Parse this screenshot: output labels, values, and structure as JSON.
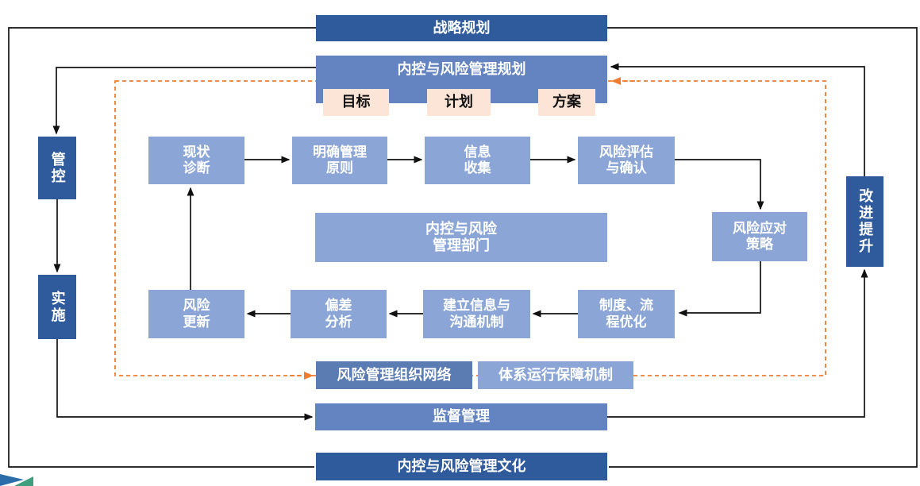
{
  "colors": {
    "dark_blue": "#2f5a9c",
    "medium_blue": "#6384c0",
    "light_blue": "#8ba6d6",
    "network_blue": "#5b7cb3",
    "peach": "#fce4d6",
    "orange_dashed": "#ed7d31",
    "connector_black": "#111111",
    "logo_blue": "#2a6da8",
    "logo_green": "#3f9e7e"
  },
  "nodes": {
    "strategic_planning": {
      "label": "战略规划"
    },
    "ic_risk_planning": {
      "label": "内控与风险管理规划"
    },
    "goal": {
      "label": "目标"
    },
    "plan": {
      "label": "计划"
    },
    "scheme": {
      "label": "方案"
    },
    "control": {
      "label": "管控"
    },
    "implementation": {
      "label": "实施"
    },
    "improvement": {
      "label": "改进提升"
    },
    "diagnosis": {
      "label": "现状\n诊断"
    },
    "principles": {
      "label": "明确管理\n原则"
    },
    "info_collection": {
      "label": "信息\n收集"
    },
    "risk_assessment": {
      "label": "风险评估\n与确认"
    },
    "risk_response": {
      "label": "风险应对\n策略"
    },
    "department": {
      "label": "内控与风险\n管理部门"
    },
    "risk_update": {
      "label": "风险\n更新"
    },
    "deviation_analysis": {
      "label": "偏差\n分析"
    },
    "communication_mechanism": {
      "label": "建立信息与\n沟通机制"
    },
    "process_optimization": {
      "label": "制度、流\n程优化"
    },
    "org_network": {
      "label": "风险管理组织网络"
    },
    "operation_guarantee": {
      "label": "体系运行保障机制"
    },
    "supervision": {
      "label": "监督管理"
    },
    "culture": {
      "label": "内控与风险管理文化"
    }
  }
}
